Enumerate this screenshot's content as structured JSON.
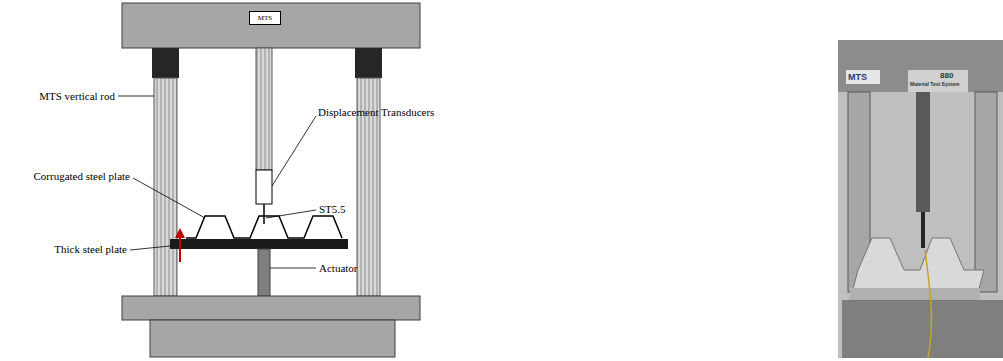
{
  "diagram": {
    "nodes": [
      {
        "text": [
          "MTS"
        ]
      }
    ],
    "labels": [
      "MTS vertical rod",
      "Displacement Transducers",
      "Corrugated steel plate",
      "ST5.5",
      "Thick steel plate",
      "Actuator",
      "MTS",
      "880",
      "Material Test System"
    ]
  }
}
